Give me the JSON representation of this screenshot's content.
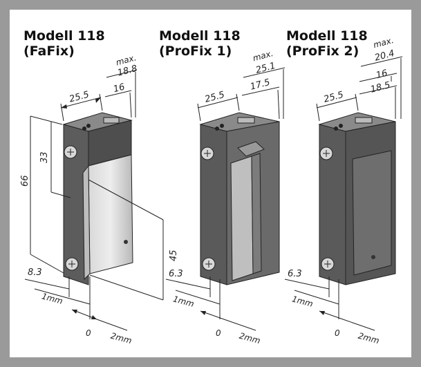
{
  "models": [
    {
      "title_line1": "Modell 118",
      "title_line2": "(FaFix)"
    },
    {
      "title_line1": "Modell 118",
      "title_line2": "(ProFix 1)"
    },
    {
      "title_line1": "Modell 118",
      "title_line2": "(ProFix 2)"
    }
  ],
  "dims": {
    "m1": {
      "max": "max.",
      "max_val": "18.8",
      "width": "25.5",
      "depth": "16",
      "height": "66",
      "upper": "33",
      "lower": "45",
      "offset": "8.3",
      "tol_left": "1mm",
      "zero": "0",
      "tol_right": "2mm"
    },
    "m2": {
      "max": "max.",
      "max_val": "25.1",
      "width": "25.5",
      "depth": "17.5",
      "offset": "6.3",
      "tol_left": "1mm",
      "zero": "0",
      "tol_right": "2mm"
    },
    "m3": {
      "max": "max.",
      "max_val": "20.4",
      "width": "25.5",
      "depth1": "16",
      "depth2": "18.5",
      "offset": "6.3",
      "tol_left": "1mm",
      "zero": "0",
      "tol_right": "2mm"
    }
  },
  "colors": {
    "frame": "#9a9a9a",
    "body": "#5a5a5a",
    "metal": "#c8c8c8",
    "dark": "#333333"
  }
}
